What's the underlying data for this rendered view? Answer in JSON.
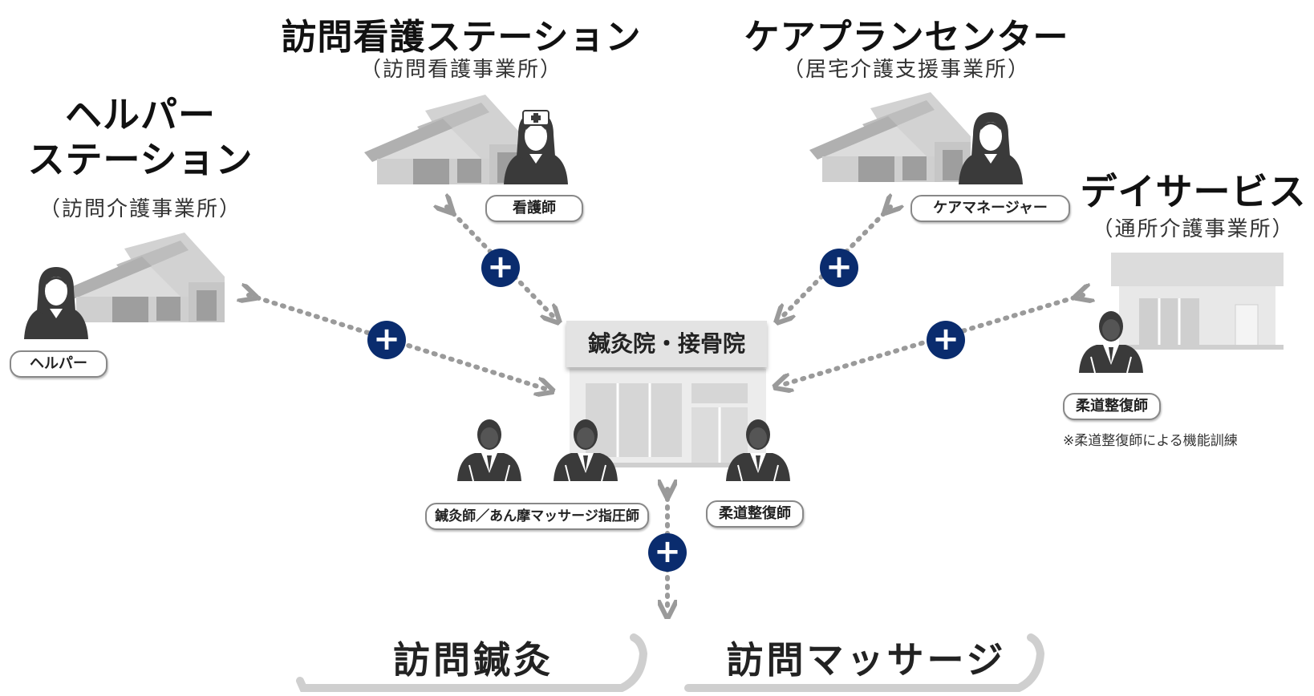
{
  "helper": {
    "title_line1": "ヘルパー",
    "title_line2": "ステーション",
    "subtitle": "（訪問介護事業所）",
    "role": "ヘルパー"
  },
  "nursing": {
    "title": "訪問看護ステーション",
    "subtitle": "（訪問看護事業所）",
    "role": "看護師"
  },
  "careplan": {
    "title": "ケアプランセンター",
    "subtitle": "（居宅介護支援事業所）",
    "role": "ケアマネージャー"
  },
  "dayservice": {
    "title": "デイサービス",
    "subtitle": "（通所介護事業所）",
    "role": "柔道整復師",
    "note": "※柔道整復師による機能訓練"
  },
  "clinic": {
    "sign": "鍼灸院・接骨院",
    "role_left": "鍼灸師／あん摩マッサージ指圧師",
    "role_right": "柔道整復師"
  },
  "plus_symbol": "+",
  "services": {
    "left": "訪問鍼灸",
    "right": "訪問マッサージ"
  },
  "colors": {
    "plus_bg": "#0a2c6e",
    "house": "#c9c9c9",
    "arrow": "#9a9a9a",
    "person": "#3a3a3a"
  }
}
